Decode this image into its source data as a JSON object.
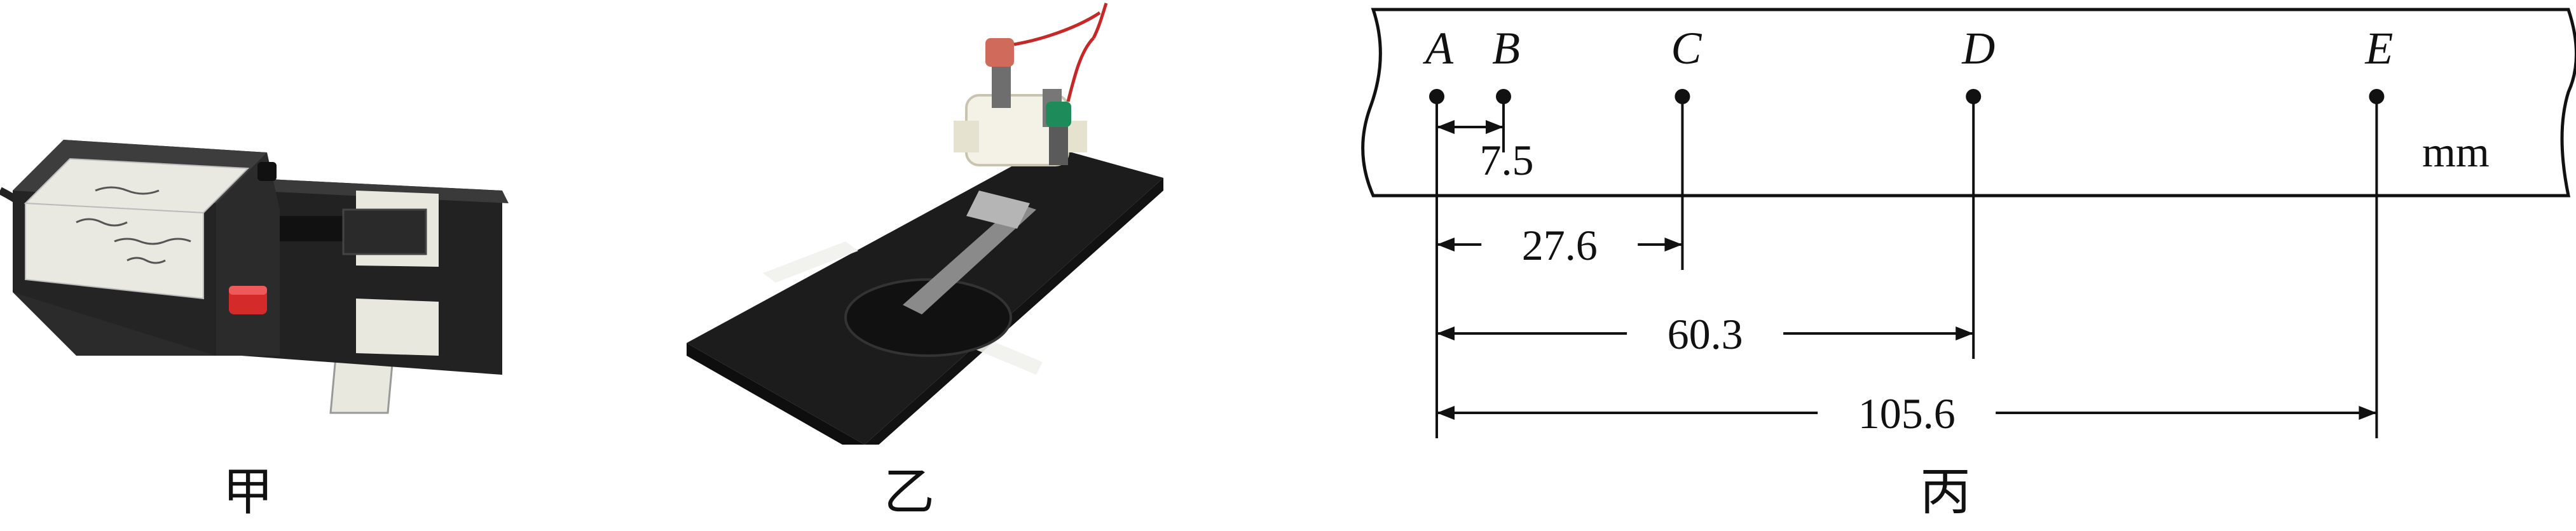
{
  "captions": {
    "jia": "甲",
    "yi": "乙",
    "bing": "丙"
  },
  "tape": {
    "unit": "mm",
    "points": [
      {
        "label": "A",
        "distance": 0
      },
      {
        "label": "B",
        "distance": 7.5
      },
      {
        "label": "C",
        "distance": 27.6
      },
      {
        "label": "D",
        "distance": 60.3
      },
      {
        "label": "E",
        "distance": 105.6
      }
    ],
    "measurements": [
      {
        "from": "A",
        "to": "B",
        "text": "7.5"
      },
      {
        "from": "A",
        "to": "C",
        "text": "27.6"
      },
      {
        "from": "A",
        "to": "D",
        "text": "60.3"
      },
      {
        "from": "A",
        "to": "E",
        "text": "105.6"
      }
    ]
  },
  "colors": {
    "timer_body": "#2b2b2b",
    "label_paper": "#e9e9e2",
    "red_button": "#d42a2a",
    "base_black": "#1c1c1c",
    "coil_white": "#f4f2e6",
    "green_post": "#1e8c5a",
    "wire_red": "#c62828",
    "ink": "#111111"
  }
}
